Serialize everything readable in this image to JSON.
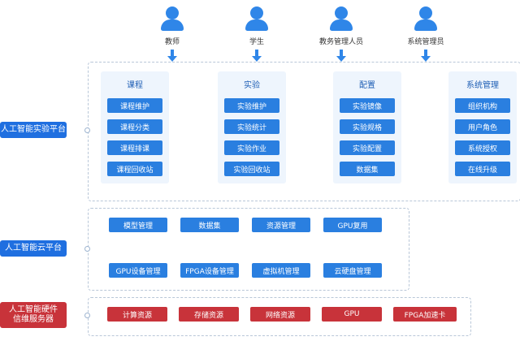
{
  "roles": [
    "教师",
    "学生",
    "教务管理人员",
    "系统管理员"
  ],
  "layers": {
    "experiment_platform": "人工智能实验平台",
    "cloud_platform": "人工智能云平台",
    "hardware": "人工智能硬件\n信维服务器"
  },
  "columns": [
    {
      "title": "课程",
      "items": [
        "课程维护",
        "课程分类",
        "课程排课",
        "课程回收站"
      ]
    },
    {
      "title": "实验",
      "items": [
        "实验维护",
        "实验统计",
        "实验作业",
        "实验回收站"
      ]
    },
    {
      "title": "配置",
      "items": [
        "实验镜像",
        "实验规格",
        "实验配置",
        "数据集"
      ]
    },
    {
      "title": "系统管理",
      "items": [
        "组织机构",
        "用户角色",
        "系统授权",
        "在线升级"
      ]
    }
  ],
  "cloud_row1": [
    "模型管理",
    "数据集",
    "资源管理",
    "GPU复用"
  ],
  "cloud_row2": [
    "GPU设备管理",
    "FPGA设备管理",
    "虚拟机管理",
    "云硬盘管理"
  ],
  "hardware_items": [
    "计算资源",
    "存储资源",
    "网络资源",
    "GPU",
    "FPGA加速卡"
  ]
}
